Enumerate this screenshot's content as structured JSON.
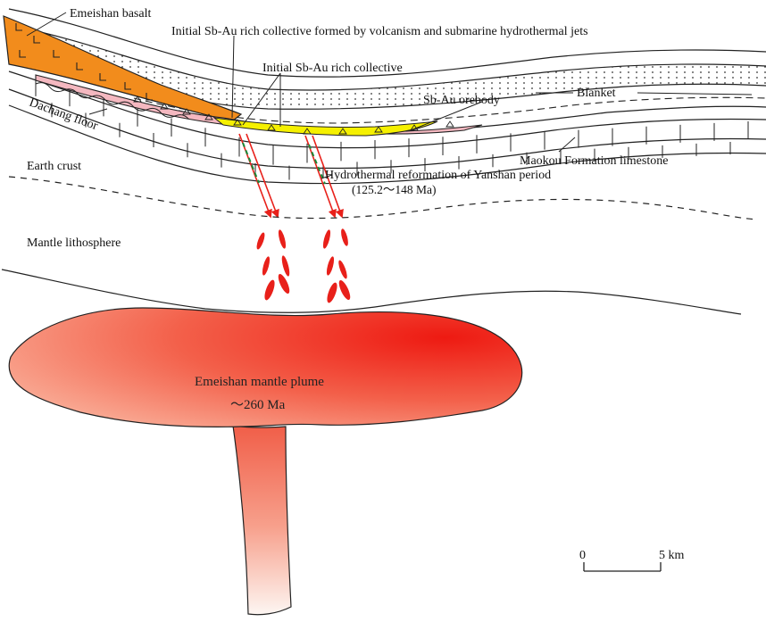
{
  "labels": {
    "basalt": "Emeishan basalt",
    "title_top": "Initial Sb-Au rich collective formed by volcanism and submarine hydrothermal jets",
    "collective": "Initial Sb-Au rich collective",
    "orebody": "Sb-Au orebody",
    "blanket": "Blanket",
    "floor": "Dachang floor",
    "limestone": "Maokou Formation limestone",
    "crust": "Earth crust",
    "reform_1": "Hydrothermal reformation of Yanshan period",
    "reform_2": "(125.2～148 Ma)",
    "mantle": "Mantle lithosphere",
    "plume": "Emeishan mantle plume",
    "plume_age": "～260 Ma"
  },
  "scale_bar": {
    "start": "0",
    "end": "5 km"
  },
  "colors": {
    "basalt": "#f28c1c",
    "pink_layer": "#f4b8c0",
    "orebody": "#f5f000",
    "plume_core": "#ee2015",
    "plume_fade": "#fdf4f0",
    "arrow_red": "#e8201a",
    "arrow_green": "#1a8a3a"
  }
}
